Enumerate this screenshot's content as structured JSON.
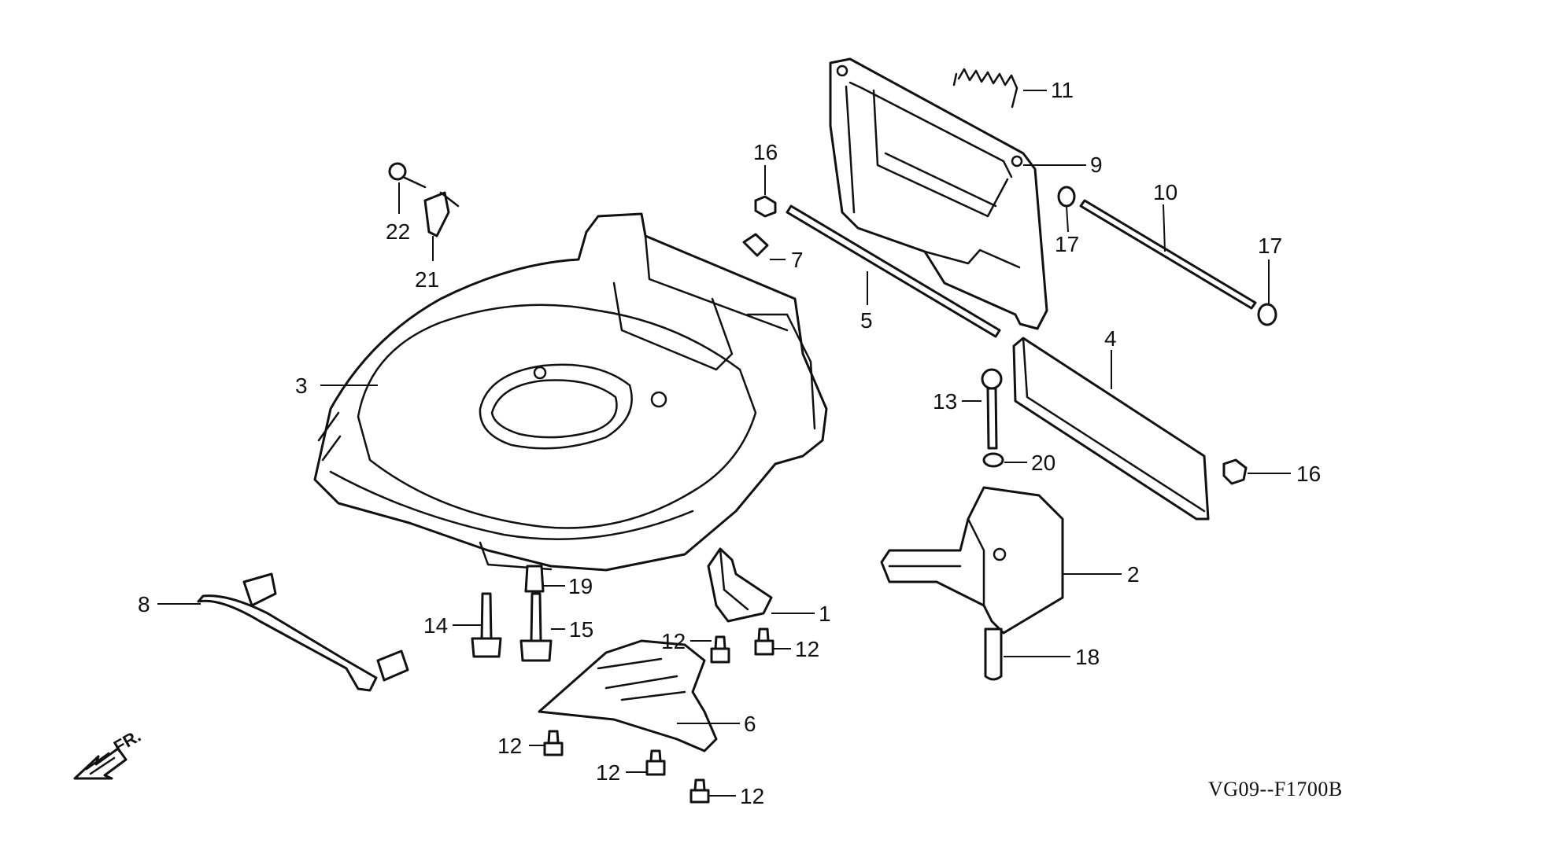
{
  "diagram": {
    "code": "VG09--F1700B",
    "direction_label": "FR.",
    "callouts": [
      {
        "id": "c1",
        "label": "1"
      },
      {
        "id": "c2",
        "label": "2"
      },
      {
        "id": "c3",
        "label": "3"
      },
      {
        "id": "c4",
        "label": "4"
      },
      {
        "id": "c5",
        "label": "5"
      },
      {
        "id": "c6",
        "label": "6"
      },
      {
        "id": "c7",
        "label": "7"
      },
      {
        "id": "c8",
        "label": "8"
      },
      {
        "id": "c9",
        "label": "9"
      },
      {
        "id": "c10",
        "label": "10"
      },
      {
        "id": "c11",
        "label": "11"
      },
      {
        "id": "c12a",
        "label": "12"
      },
      {
        "id": "c12b",
        "label": "12"
      },
      {
        "id": "c12c",
        "label": "12"
      },
      {
        "id": "c12d",
        "label": "12"
      },
      {
        "id": "c12e",
        "label": "12"
      },
      {
        "id": "c13",
        "label": "13"
      },
      {
        "id": "c14",
        "label": "14"
      },
      {
        "id": "c15",
        "label": "15"
      },
      {
        "id": "c16a",
        "label": "16"
      },
      {
        "id": "c16b",
        "label": "16"
      },
      {
        "id": "c17a",
        "label": "17"
      },
      {
        "id": "c17b",
        "label": "17"
      },
      {
        "id": "c18",
        "label": "18"
      },
      {
        "id": "c19",
        "label": "19"
      },
      {
        "id": "c20",
        "label": "20"
      },
      {
        "id": "c21",
        "label": "21"
      },
      {
        "id": "c22",
        "label": "22"
      }
    ]
  }
}
